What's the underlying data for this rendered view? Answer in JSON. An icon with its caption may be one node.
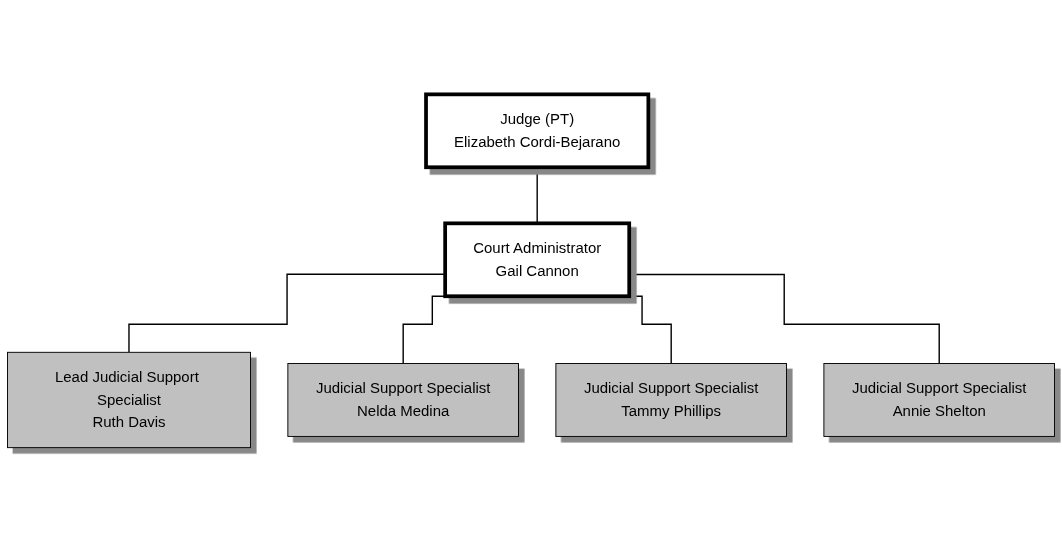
{
  "diagram": {
    "nodes": [
      {
        "text": [
          "Judge (PT)",
          "Elizabeth Cordi-Bejarano"
        ]
      },
      {
        "text": [
          "Court Administrator",
          "Gail Cannon"
        ]
      },
      {
        "text": [
          "Lead Judicial Support Specialist",
          "Ruth Davis"
        ]
      },
      {
        "text": [
          "Judicial Support Specialist",
          "Nelda Medina"
        ]
      },
      {
        "text": [
          "Judicial Support Specialist",
          "Tammy Phillips"
        ]
      },
      {
        "text": [
          "Judicial Support Specialist",
          "Annie Shelton"
        ]
      }
    ],
    "edges": [
      {
        "from": 0,
        "to": 1,
        "arrow": "none"
      },
      {
        "from": 1,
        "to": 2,
        "arrow": "none"
      },
      {
        "from": 1,
        "to": 3,
        "arrow": "none"
      },
      {
        "from": 1,
        "to": 4,
        "arrow": "none"
      },
      {
        "from": 1,
        "to": 5,
        "arrow": "none"
      }
    ]
  }
}
